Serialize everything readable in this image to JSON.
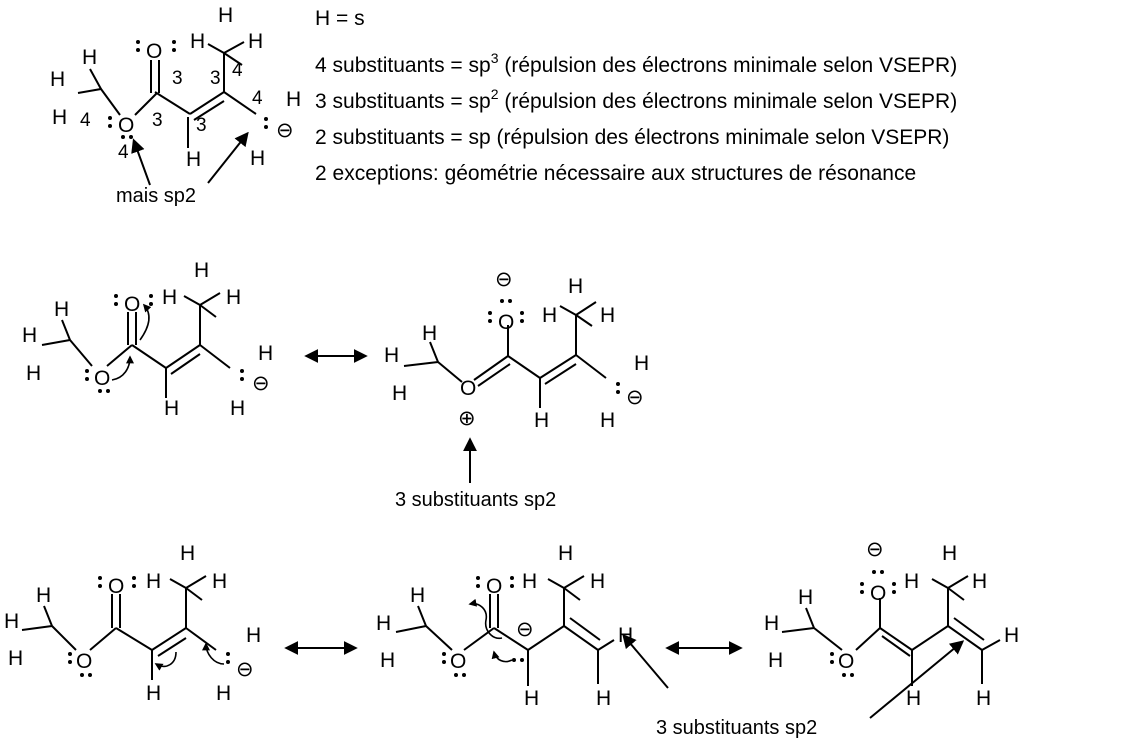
{
  "legend": {
    "line1": "H = s",
    "line2_prefix": "4 substituants = sp",
    "line2_sup": "3",
    "line2_suffix": " (répulsion des électrons minimale  selon VSEPR)",
    "line3_prefix": "3 substituants = sp",
    "line3_sup": "2",
    "line3_suffix": " (répulsion des électrons minimale selon VSEPR)",
    "line4": "2 substituants = sp (répulsion des électrons minimale selon VSEPR)",
    "line5": "2 exceptions: géométrie nécessaire aux structures de résonance"
  },
  "labels": {
    "mais_sp2": "mais sp2",
    "three_sub_1": "3 substituants sp2",
    "three_sub_2": "3 substituants sp2"
  },
  "atoms": {
    "H": "H",
    "O": "O",
    "minus": "⊖",
    "plus": "⊕"
  },
  "numbers": {
    "n4": "4",
    "n3": "3"
  }
}
